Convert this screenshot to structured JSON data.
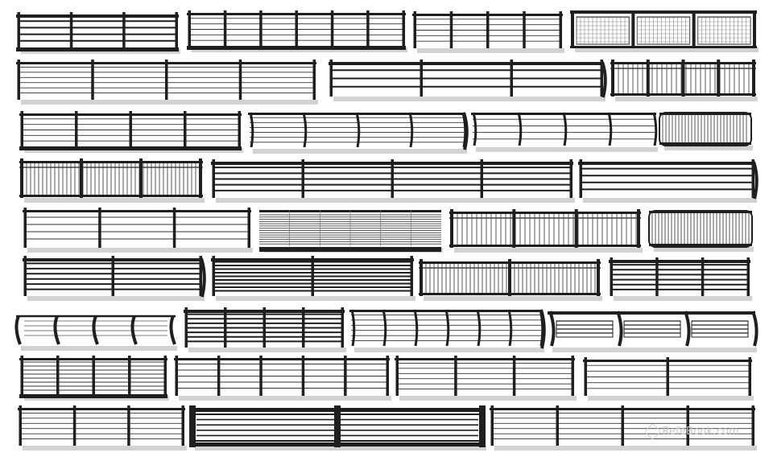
{
  "sheet": {
    "background": "#ffffff",
    "ink": "#1f1f1f",
    "shadow": "#d2d2d2",
    "mesh": "#8a8a8a"
  },
  "watermark": {
    "text": "RefeBook.com",
    "icon": "refebook-logo-icon"
  },
  "railings": [
    {
      "id": "r1",
      "style": "rails-panels",
      "posts": 4,
      "rails": 4
    },
    {
      "id": "r2",
      "style": "tall-cable",
      "posts": 7,
      "rails": 5
    },
    {
      "id": "r3",
      "style": "cable",
      "posts": 5,
      "rails": 5
    },
    {
      "id": "r4",
      "style": "mesh-panels",
      "posts": 4,
      "rails": 0
    },
    {
      "id": "r5",
      "style": "cable",
      "posts": 5,
      "rails": 6
    },
    {
      "id": "r6",
      "style": "rails-curved-ends",
      "posts": 4,
      "rails": 3
    },
    {
      "id": "r7",
      "style": "balusters",
      "posts": 5,
      "rails": 2
    },
    {
      "id": "r8",
      "style": "cable-base",
      "posts": 5,
      "rails": 5
    },
    {
      "id": "r9",
      "style": "cable-curved",
      "posts": 5,
      "rails": 6
    },
    {
      "id": "r10",
      "style": "curved-top",
      "posts": 5,
      "rails": 4
    },
    {
      "id": "r11",
      "style": "barrier",
      "posts": 2,
      "rails": 0
    },
    {
      "id": "r12",
      "style": "vertical-panels",
      "posts": 4,
      "rails": 0
    },
    {
      "id": "r13",
      "style": "rails",
      "posts": 5,
      "rails": 5
    },
    {
      "id": "r14",
      "style": "rails-curved-ends",
      "posts": 2,
      "rails": 4
    },
    {
      "id": "r15",
      "style": "cable",
      "posts": 4,
      "rails": 4
    },
    {
      "id": "r16",
      "style": "dense-horizontal",
      "posts": 0,
      "rails": 14
    },
    {
      "id": "r17",
      "style": "balusters",
      "posts": 4,
      "rails": 2
    },
    {
      "id": "r18",
      "style": "barrier",
      "posts": 2,
      "rails": 0
    },
    {
      "id": "r19",
      "style": "rails-curved-ends",
      "posts": 3,
      "rails": 6
    },
    {
      "id": "r20",
      "style": "rails",
      "posts": 3,
      "rails": 9
    },
    {
      "id": "r21",
      "style": "vertical-panels",
      "posts": 3,
      "rails": 0
    },
    {
      "id": "r22",
      "style": "rails",
      "posts": 4,
      "rails": 6
    },
    {
      "id": "r23",
      "style": "cantilever",
      "posts": 5,
      "rails": 5
    },
    {
      "id": "r24",
      "style": "rails",
      "posts": 5,
      "rails": 7
    },
    {
      "id": "r25",
      "style": "cable-curved",
      "posts": 7,
      "rails": 6
    },
    {
      "id": "r26",
      "style": "bench-rails",
      "posts": 4,
      "rails": 4
    },
    {
      "id": "r27",
      "style": "cable-base",
      "posts": 5,
      "rails": 8
    },
    {
      "id": "r28",
      "style": "cable",
      "posts": 6,
      "rails": 5
    },
    {
      "id": "r29",
      "style": "cable",
      "posts": 4,
      "rails": 6
    },
    {
      "id": "r30",
      "style": "cable",
      "posts": 3,
      "rails": 5
    },
    {
      "id": "r31",
      "style": "cable",
      "posts": 4,
      "rails": 6
    },
    {
      "id": "r32",
      "style": "box-rails",
      "posts": 3,
      "rails": 5
    },
    {
      "id": "r33",
      "style": "cable",
      "posts": 5,
      "rails": 6
    }
  ]
}
